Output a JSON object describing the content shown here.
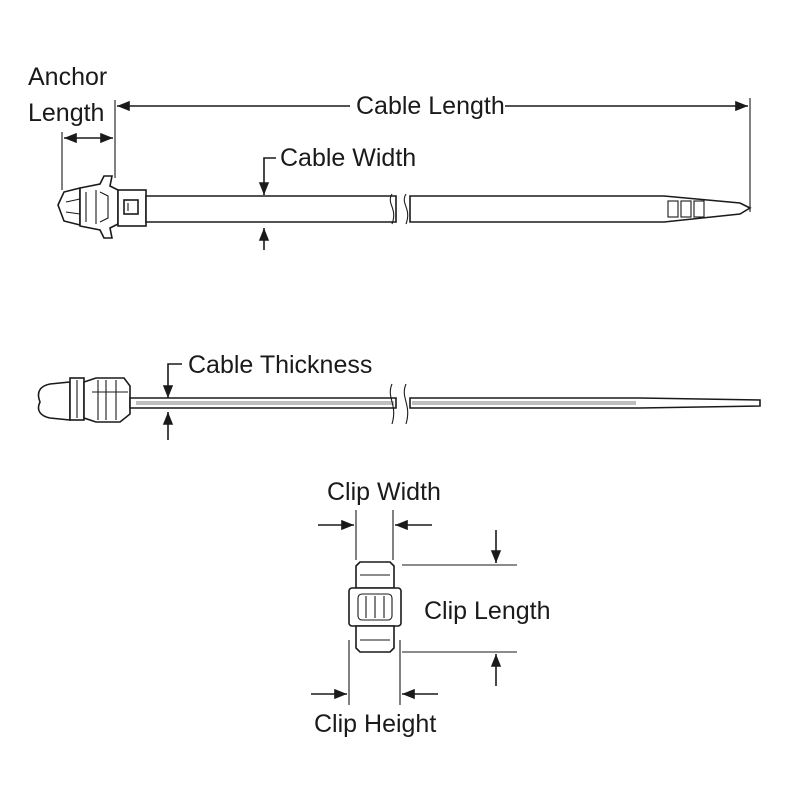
{
  "labels": {
    "anchor_length_line1": "Anchor",
    "anchor_length_line2": "Length",
    "cable_length": "Cable Length",
    "cable_width": "Cable Width",
    "cable_thickness": "Cable Thickness",
    "clip_width": "Clip Width",
    "clip_length": "Clip Length",
    "clip_height": "Clip Height"
  },
  "colors": {
    "line": "#1a1a1a",
    "background": "#ffffff"
  }
}
